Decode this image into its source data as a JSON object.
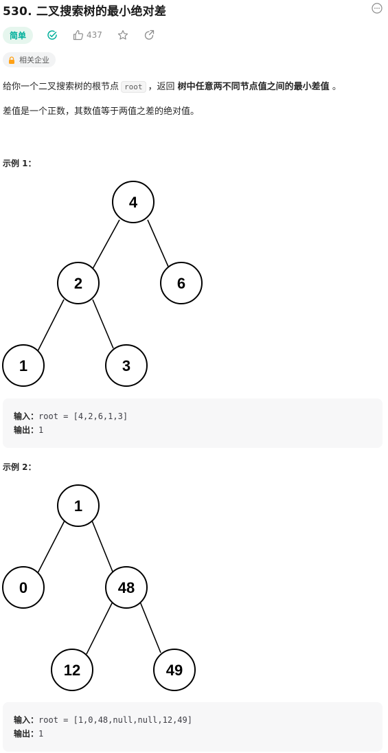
{
  "problem": {
    "title": "530. 二叉搜索树的最小绝对差",
    "difficulty": "简单",
    "likes": "437",
    "company_tag": "相关企业"
  },
  "description": {
    "p1_prefix": "给你一个二叉搜索树的根节点",
    "p1_code": "root",
    "p1_middle": "，返回",
    "p1_bold": "树中任意两不同节点值之间的最小差值",
    "p1_suffix": "。",
    "p2": "差值是一个正数，其数值等于两值之差的绝对值。"
  },
  "examples": [
    {
      "title": "示例 1：",
      "input_label": "输入：",
      "input_value": "root = [4,2,6,1,3]",
      "output_label": "输出：",
      "output_value": "1",
      "nodes": [
        "4",
        "2",
        "6",
        "1",
        "3"
      ]
    },
    {
      "title": "示例 2：",
      "input_label": "输入：",
      "input_value": "root = [1,0,48,null,null,12,49]",
      "output_label": "输出：",
      "output_value": "1",
      "nodes": [
        "1",
        "0",
        "48",
        "12",
        "49"
      ]
    }
  ],
  "icons": {
    "more": "more-icon",
    "solved": "check-circle-icon",
    "like": "thumbs-up-icon",
    "star": "star-icon",
    "share": "share-icon",
    "lock": "lock-icon"
  },
  "colors": {
    "difficulty_easy": "#00af9b",
    "lock": "#ffa116"
  }
}
